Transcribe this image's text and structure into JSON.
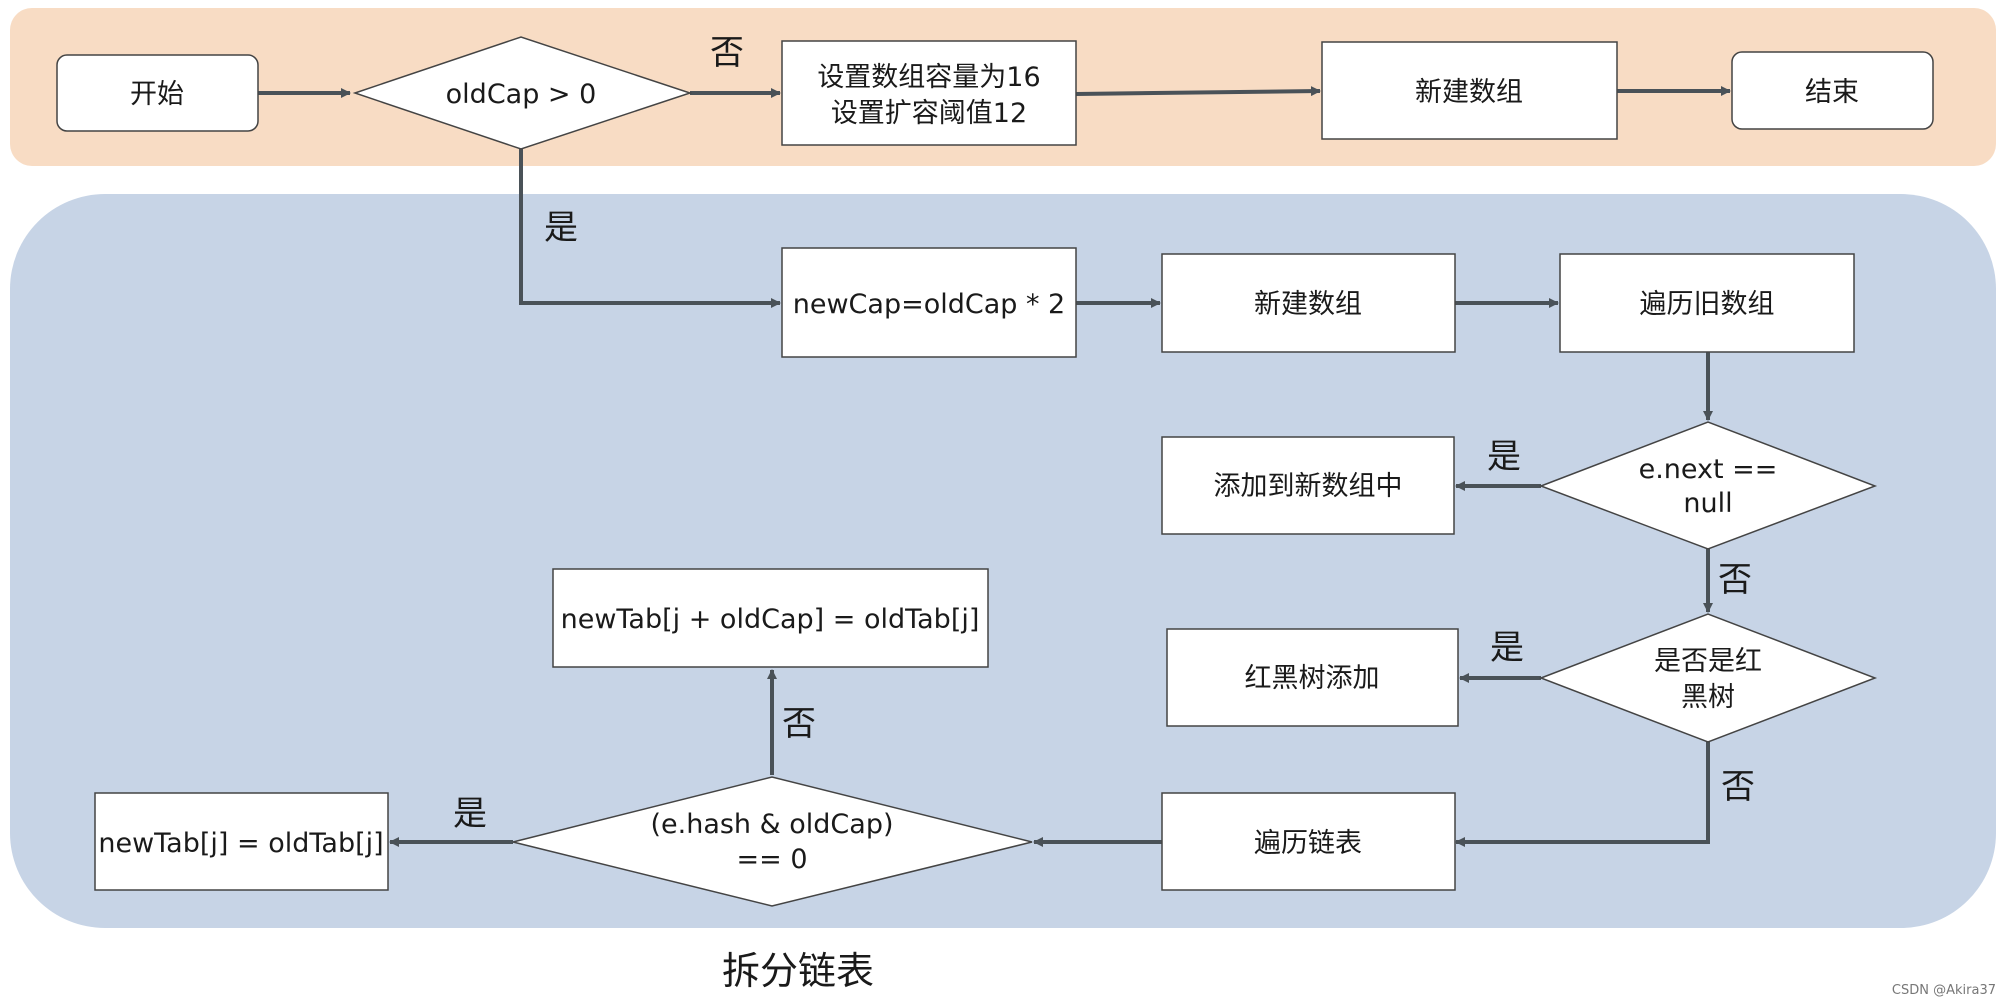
{
  "colors": {
    "top_band": "#f8dcc4",
    "bottom_band": "#c7d4e6",
    "edge": "#4a5258",
    "node_stroke": "#444444"
  },
  "nodes": {
    "start": "开始",
    "cond_oldcap": "oldCap > 0",
    "init_line1": "设置数组容量为16",
    "init_line2": "设置扩容阈值12",
    "new_array_top": "新建数组",
    "end": "结束",
    "double_cap": "newCap=oldCap * 2",
    "new_array": "新建数组",
    "traverse_old": "遍历旧数组",
    "cond_next_line1": "e.next ==",
    "cond_next_line2": "null",
    "add_new_array": "添加到新数组中",
    "cond_rbtree_line1": "是否是红",
    "cond_rbtree_line2": "黑树",
    "rbtree_add": "红黑树添加",
    "traverse_list": "遍历链表",
    "cond_hash_line1": "(e.hash & oldCap)",
    "cond_hash_line2": "== 0",
    "assign_same": "newTab[j] = oldTab[j]",
    "assign_offset": "newTab[j + oldCap] = oldTab[j]"
  },
  "edge_labels": {
    "oldcap_no": "否",
    "oldcap_yes": "是",
    "next_yes": "是",
    "next_no": "否",
    "rbtree_yes": "是",
    "rbtree_no": "否",
    "hash_yes": "是",
    "hash_no": "否"
  },
  "caption": "拆分链表",
  "watermark": "CSDN @Akira37"
}
